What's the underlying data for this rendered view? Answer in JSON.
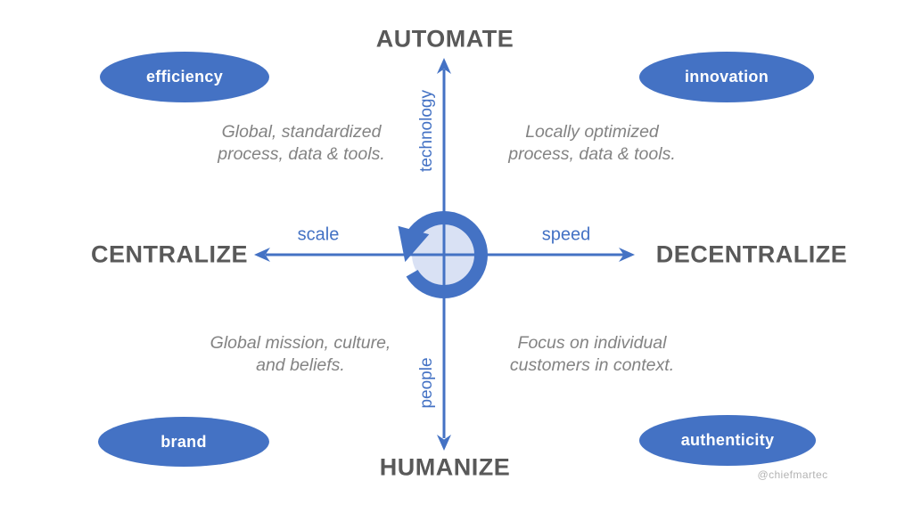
{
  "poles": {
    "top": "AUTOMATE",
    "bottom": "HUMANIZE",
    "left": "CENTRALIZE",
    "right": "DECENTRALIZE"
  },
  "axis_labels": {
    "vertical_top": "technology",
    "vertical_bottom": "people",
    "horizontal_left": "scale",
    "horizontal_right": "speed"
  },
  "quadrants": {
    "top_left": {
      "badge": "efficiency",
      "line1": "Global, standardized",
      "line2": "process, data & tools."
    },
    "top_right": {
      "badge": "innovation",
      "line1": "Locally optimized",
      "line2": "process, data & tools."
    },
    "bottom_left": {
      "badge": "brand",
      "line1": "Global mission, culture,",
      "line2": "and beliefs."
    },
    "bottom_right": {
      "badge": "authenticity",
      "line1": "Focus on individual",
      "line2": "customers in context."
    }
  },
  "watermark": "@chiefmartec",
  "icons": {
    "center": "cycle-arrow-icon"
  },
  "colors": {
    "accent_blue": "#4472C4",
    "pole_gray": "#595959",
    "description_gray": "#838383",
    "center_fill_light_blue": "#D9E1F4",
    "watermark_gray": "#B3B3B3"
  }
}
